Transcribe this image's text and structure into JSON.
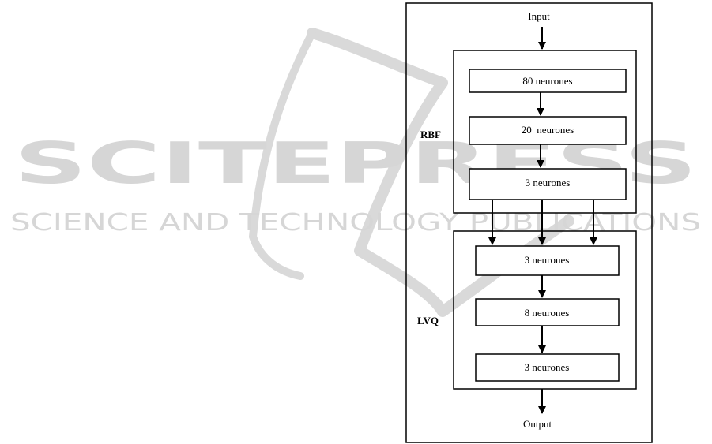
{
  "watermark": {
    "title": "SCITEPRESS",
    "subtitle": "SCIENCE AND TECHNOLOGY PUBLICATIONS"
  },
  "diagram": {
    "input_label": "Input",
    "output_label": "Output",
    "rbf": {
      "group_label": "RBF",
      "layers": [
        "80 neurones",
        "20  neurones",
        "3 neurones"
      ]
    },
    "lvq": {
      "group_label": "LVQ",
      "layers": [
        "3 neurones",
        "8 neurones",
        "3 neurones"
      ]
    }
  },
  "colors": {
    "line": "#000000",
    "watermark": "#d6d6d6"
  }
}
